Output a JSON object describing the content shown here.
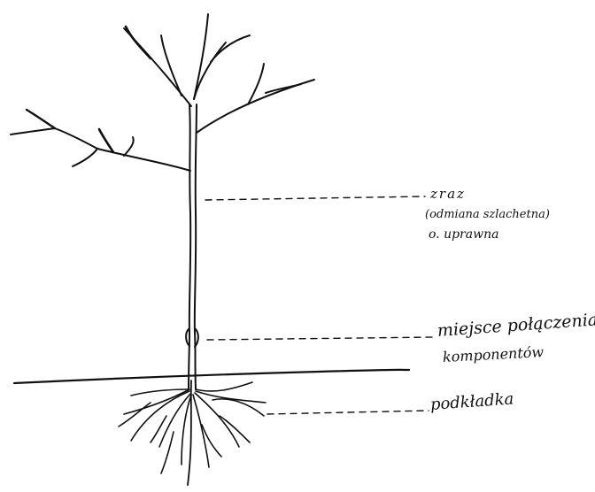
{
  "labels": {
    "scion": "zraz",
    "variety": "(odmiana szlachetna)",
    "cultivar": "o. uprawna",
    "graft_union_line1": "miejsce połączenia",
    "graft_union_line2": "komponentów",
    "rootstock": "podkładka"
  },
  "colors": {
    "ink": "#111111",
    "paper": "#ffffff"
  }
}
